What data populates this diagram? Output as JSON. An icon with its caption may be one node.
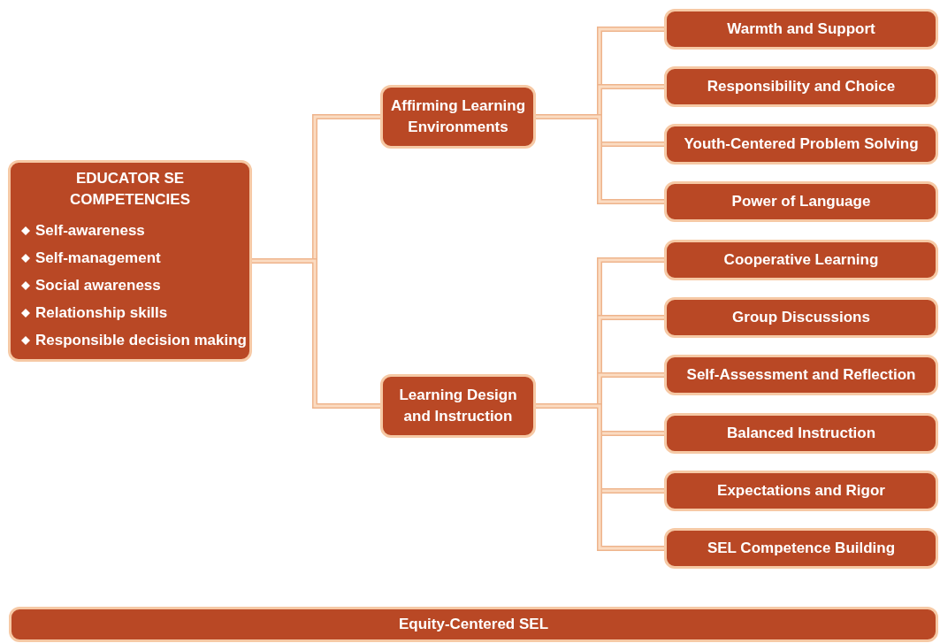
{
  "diagram": {
    "nodes": [
      {
        "text": [
          "EDUCATOR SE COMPETENCIES",
          "Self-awareness",
          "Self-management",
          "Social awareness",
          "Relationship skills",
          "Responsible decision making"
        ]
      },
      {
        "text": [
          "Affirming Learning Environments"
        ]
      },
      {
        "text": [
          "Learning Design and Instruction"
        ]
      },
      {
        "text": [
          "Warmth and Support"
        ]
      },
      {
        "text": [
          "Responsibility and Choice"
        ]
      },
      {
        "text": [
          "Youth-Centered Problem Solving"
        ]
      },
      {
        "text": [
          "Power of Language"
        ]
      },
      {
        "text": [
          "Cooperative Learning"
        ]
      },
      {
        "text": [
          "Group Discussions"
        ]
      },
      {
        "text": [
          "Self-Assessment and Reflection"
        ]
      },
      {
        "text": [
          "Balanced Instruction"
        ]
      },
      {
        "text": [
          "Expectations and Rigor"
        ]
      },
      {
        "text": [
          "SEL Competence Building"
        ]
      },
      {
        "text": [
          "Equity-Centered SEL"
        ]
      }
    ],
    "edges": [
      {
        "from": 0,
        "to": 1,
        "arrow": "none"
      },
      {
        "from": 0,
        "to": 2,
        "arrow": "none"
      },
      {
        "from": 1,
        "to": 3,
        "arrow": "none"
      },
      {
        "from": 1,
        "to": 4,
        "arrow": "none"
      },
      {
        "from": 1,
        "to": 5,
        "arrow": "none"
      },
      {
        "from": 1,
        "to": 6,
        "arrow": "none"
      },
      {
        "from": 2,
        "to": 7,
        "arrow": "none"
      },
      {
        "from": 2,
        "to": 8,
        "arrow": "none"
      },
      {
        "from": 2,
        "to": 9,
        "arrow": "none"
      },
      {
        "from": 2,
        "to": 10,
        "arrow": "none"
      },
      {
        "from": 2,
        "to": 11,
        "arrow": "none"
      },
      {
        "from": 2,
        "to": 12,
        "arrow": "none"
      }
    ]
  }
}
